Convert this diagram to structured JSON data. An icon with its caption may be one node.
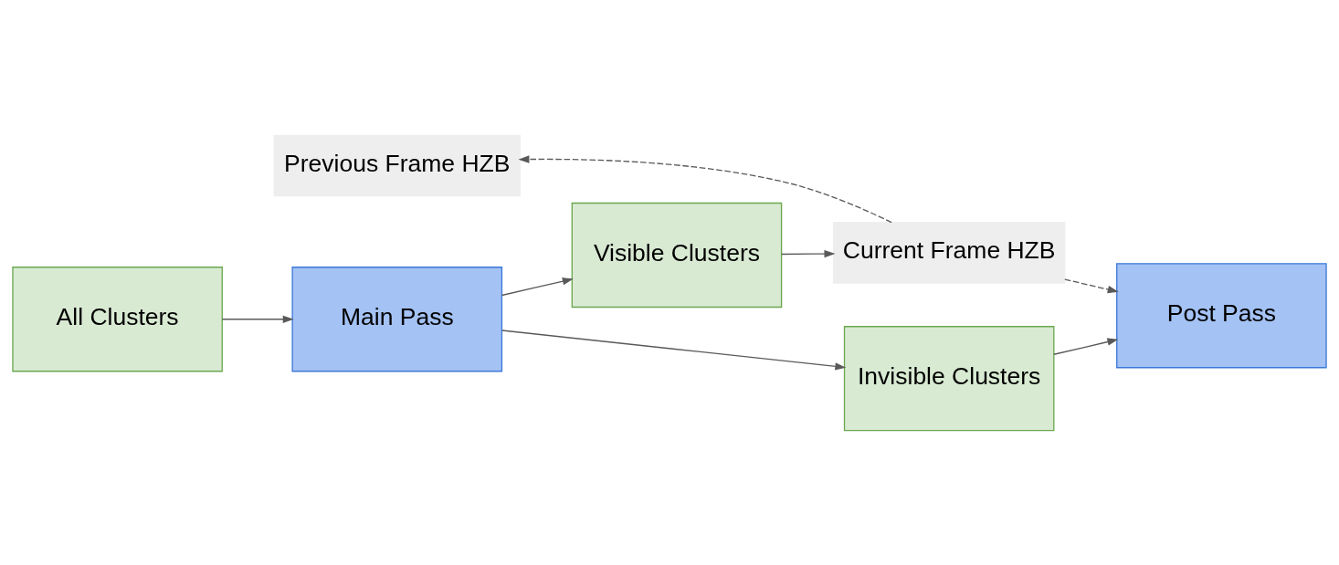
{
  "diagram": {
    "nodes": [
      {
        "text": [
          "Previous Frame HZB"
        ]
      },
      {
        "text": [
          "All Clusters"
        ]
      },
      {
        "text": [
          "Main Pass"
        ]
      },
      {
        "text": [
          "Visible Clusters"
        ]
      },
      {
        "text": [
          "Invisible Clusters"
        ]
      },
      {
        "text": [
          "Current Frame HZB"
        ]
      },
      {
        "text": [
          "Post Pass"
        ]
      }
    ],
    "edges": [
      {
        "from": 1,
        "to": 2,
        "arrow": "to"
      },
      {
        "from": 2,
        "to": 3,
        "arrow": "to"
      },
      {
        "from": 2,
        "to": 4,
        "arrow": "to"
      },
      {
        "from": 3,
        "to": 5,
        "arrow": "to"
      },
      {
        "from": 4,
        "to": 6,
        "arrow": "to"
      },
      {
        "from": 5,
        "to": 6,
        "arrow": "to",
        "style": "dashed"
      },
      {
        "from": 5,
        "to": 0,
        "arrow": "to",
        "style": "dashed"
      }
    ]
  }
}
